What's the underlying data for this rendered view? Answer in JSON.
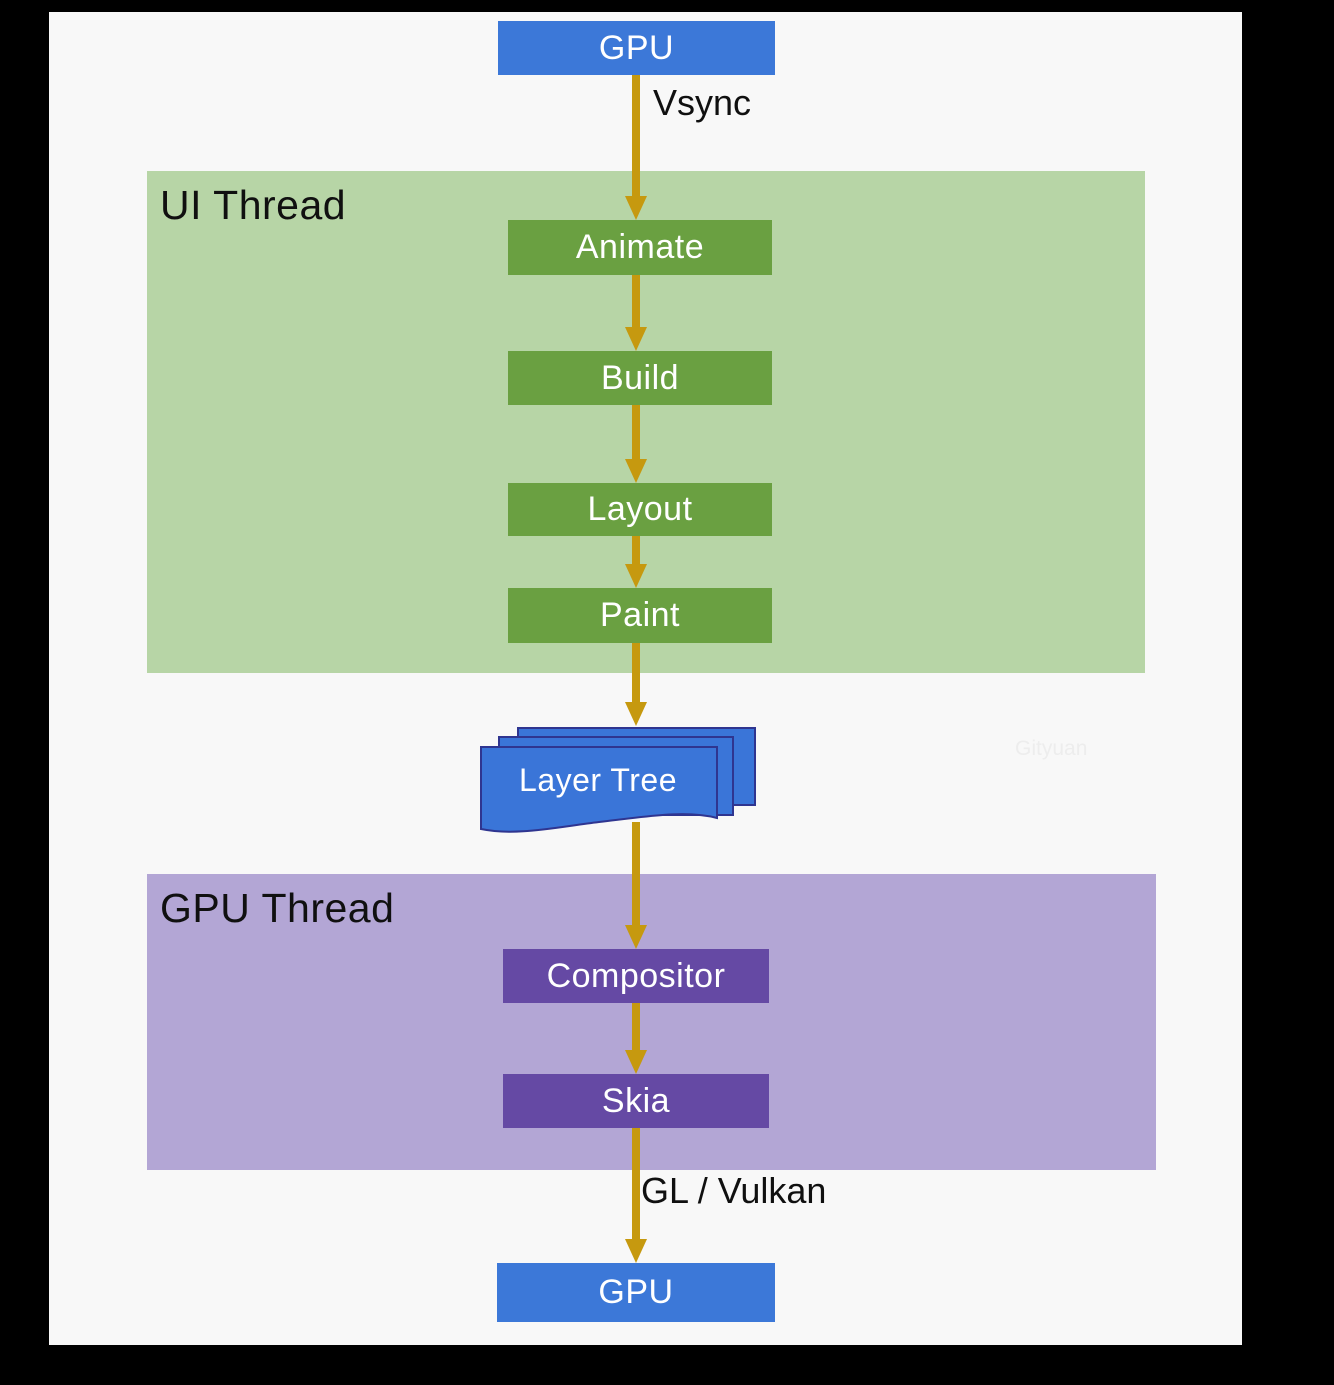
{
  "regions": {
    "ui_thread": {
      "label": "UI Thread"
    },
    "gpu_thread": {
      "label": "GPU Thread"
    }
  },
  "nodes": {
    "gpu_top": {
      "label": "GPU"
    },
    "animate": {
      "label": "Animate"
    },
    "build": {
      "label": "Build"
    },
    "layout": {
      "label": "Layout"
    },
    "paint": {
      "label": "Paint"
    },
    "layer_tree": {
      "label": "Layer Tree"
    },
    "compositor": {
      "label": "Compositor"
    },
    "skia": {
      "label": "Skia"
    },
    "gpu_bottom": {
      "label": "GPU"
    }
  },
  "edge_labels": {
    "vsync": "Vsync",
    "gl_vulkan": "GL / Vulkan"
  },
  "watermark": "Gityuan",
  "colors": {
    "node_blue": "#3c78d8",
    "node_green": "#6aa041",
    "node_purple": "#6549a4",
    "region_green": "#b7d5a6",
    "region_purple": "#b3a6d5",
    "arrow_gold": "#c6990f",
    "layer_tree_fill": "#3a75d8",
    "layer_tree_border": "#2f3590",
    "canvas_bg": "#f8f8f8",
    "frame_bg": "#000000"
  }
}
